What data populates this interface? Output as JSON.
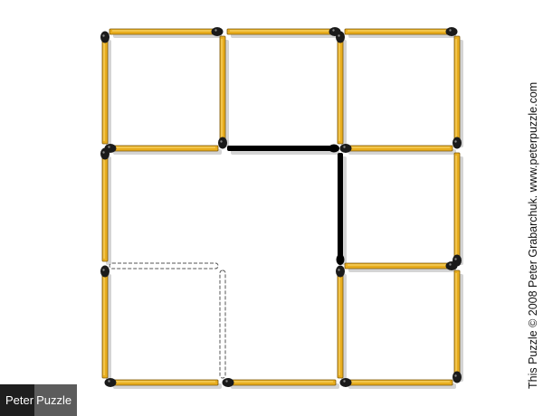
{
  "puzzle": {
    "colors": {
      "match_body": "#e8ad1e",
      "match_edge": "#7a5608",
      "match_head": "#1a1a1a",
      "moved_match": "#000000",
      "ghost_outline": "#555555",
      "shadow": "#d4d4d4"
    },
    "grid": {
      "columns": 3,
      "rows": 3
    },
    "matches": [
      {
        "id": "h-top-1",
        "orient": "h",
        "row": 0,
        "col": 0,
        "head": "end"
      },
      {
        "id": "h-top-2",
        "orient": "h",
        "row": 0,
        "col": 1,
        "head": "end"
      },
      {
        "id": "h-top-3",
        "orient": "h",
        "row": 0,
        "col": 2,
        "head": "end"
      },
      {
        "id": "v-row1-left",
        "orient": "v",
        "row": 0,
        "col": 0,
        "head": "start"
      },
      {
        "id": "v-row1-inner-1",
        "orient": "v",
        "row": 0,
        "col": 1,
        "head": "end"
      },
      {
        "id": "v-row1-inner-2",
        "orient": "v",
        "row": 0,
        "col": 2,
        "head": "start"
      },
      {
        "id": "v-row1-right",
        "orient": "v",
        "row": 0,
        "col": 3,
        "head": "end"
      },
      {
        "id": "h-mid1-1",
        "orient": "h",
        "row": 1,
        "col": 0,
        "head": "start"
      },
      {
        "id": "h-mid1-2",
        "orient": "h",
        "row": 1,
        "col": 1,
        "style": "moved"
      },
      {
        "id": "h-mid1-3",
        "orient": "h",
        "row": 1,
        "col": 2,
        "head": "start"
      },
      {
        "id": "v-row2-left",
        "orient": "v",
        "row": 1,
        "col": 0,
        "head": "start"
      },
      {
        "id": "v-row2-inner",
        "orient": "v",
        "row": 1,
        "col": 2,
        "style": "moved"
      },
      {
        "id": "v-row2-right",
        "orient": "v",
        "row": 1,
        "col": 3,
        "head": "end"
      },
      {
        "id": "h-mid2-1",
        "orient": "h",
        "row": 2,
        "col": 0,
        "style": "ghost"
      },
      {
        "id": "h-mid2-3",
        "orient": "h",
        "row": 2,
        "col": 2,
        "head": "end"
      },
      {
        "id": "v-row3-left",
        "orient": "v",
        "row": 2,
        "col": 0,
        "head": "start"
      },
      {
        "id": "v-row3-inner-1",
        "orient": "v",
        "row": 2,
        "col": 1,
        "style": "ghost"
      },
      {
        "id": "v-row3-inner-2",
        "orient": "v",
        "row": 2,
        "col": 2,
        "head": "start"
      },
      {
        "id": "v-row3-right",
        "orient": "v",
        "row": 2,
        "col": 3,
        "head": "end"
      },
      {
        "id": "h-bot-1",
        "orient": "h",
        "row": 3,
        "col": 0,
        "head": "start"
      },
      {
        "id": "h-bot-2",
        "orient": "h",
        "row": 3,
        "col": 1,
        "head": "start"
      },
      {
        "id": "h-bot-3",
        "orient": "h",
        "row": 3,
        "col": 2,
        "head": "start"
      }
    ]
  },
  "copyright": "This Puzzle © 2008 Peter Grabarchuk. www.peterpuzzle.com",
  "logo": {
    "left": "Peter",
    "right": "Puzzle"
  }
}
